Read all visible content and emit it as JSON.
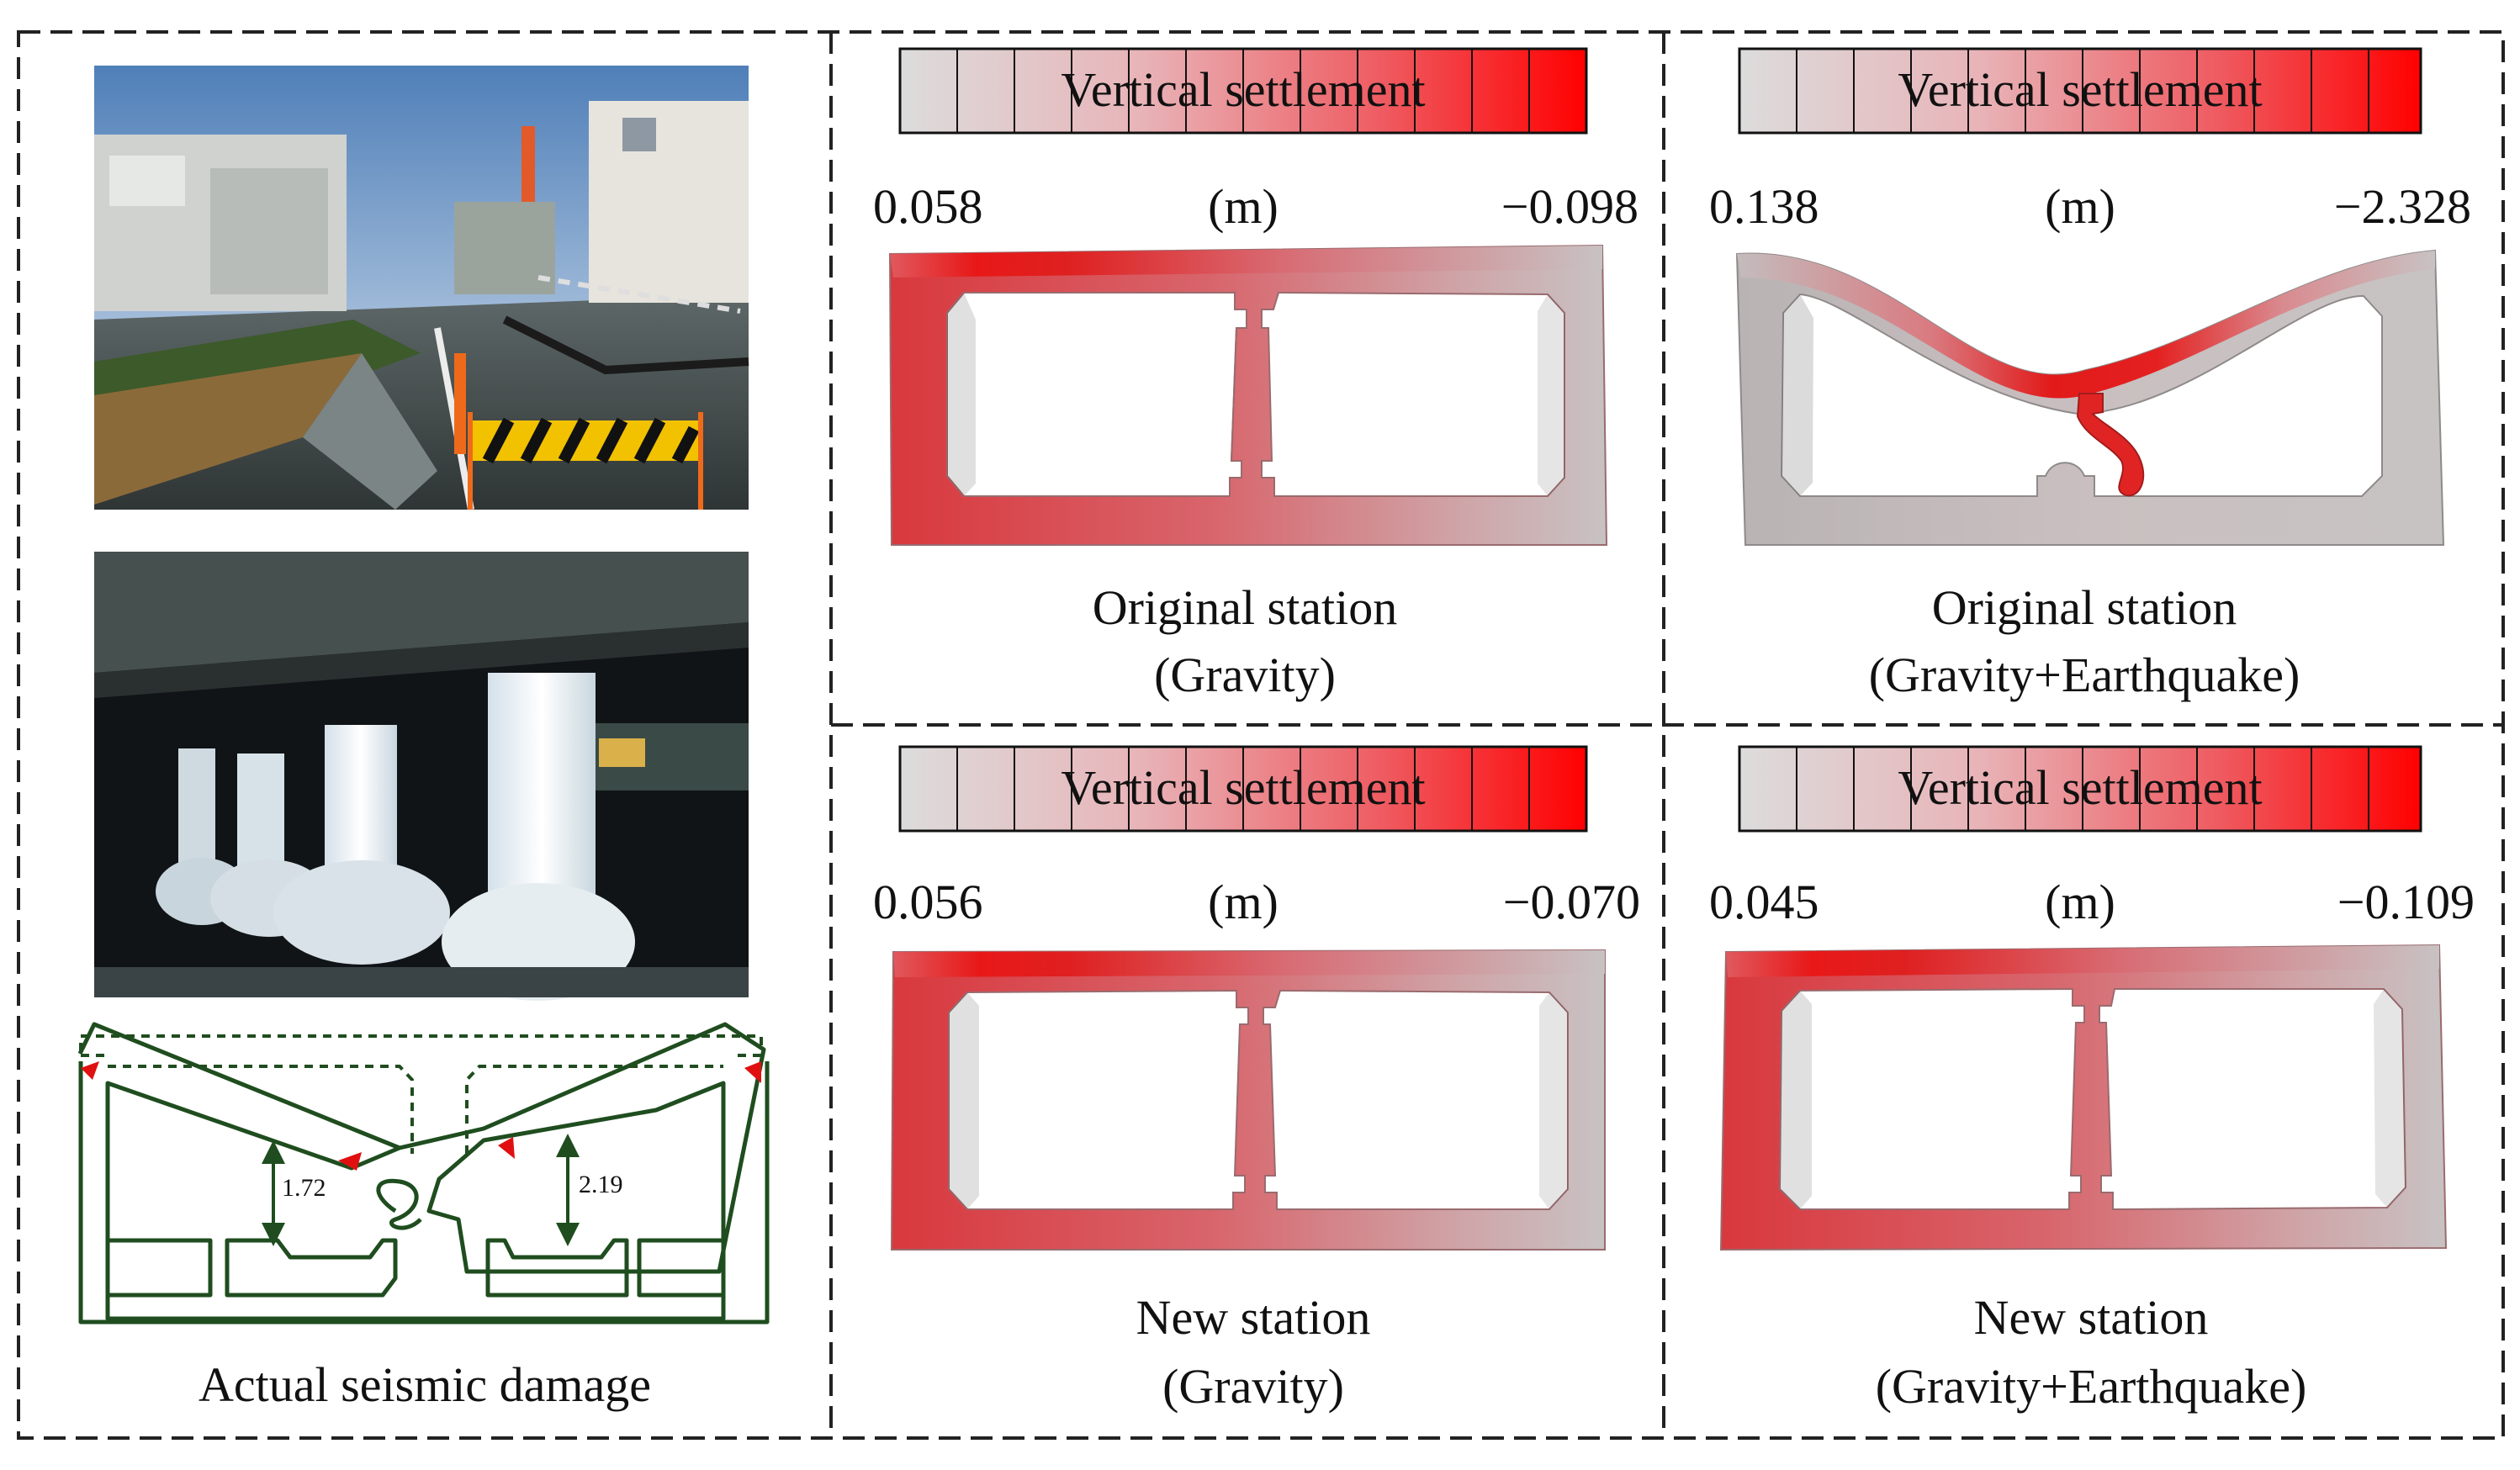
{
  "figure": {
    "damage_caption": "Actual seismic damage",
    "damage_dims": [
      "1.72",
      "2.19"
    ],
    "colors": {
      "high": "#ff0000",
      "low": "#d6d6d6",
      "frame": "#222222",
      "sketch": "#1f4d1f",
      "marker": "#e01010"
    },
    "panels": [
      {
        "id": "orig-gravity",
        "bar_title": "Vertical settlement",
        "unit": "(m)",
        "min_label": "0.058",
        "max_label": "−0.098",
        "caption_line1": "Original station",
        "caption_line2": "(Gravity)"
      },
      {
        "id": "orig-eq",
        "bar_title": "Vertical settlement",
        "unit": "(m)",
        "min_label": "0.138",
        "max_label": "−2.328",
        "caption_line1": "Original station",
        "caption_line2": "(Gravity+Earthquake)"
      },
      {
        "id": "new-gravity",
        "bar_title": "Vertical settlement",
        "unit": "(m)",
        "min_label": "0.056",
        "max_label": "−0.070",
        "caption_line1": "New station",
        "caption_line2": "(Gravity)"
      },
      {
        "id": "new-eq",
        "bar_title": "Vertical settlement",
        "unit": "(m)",
        "min_label": "0.045",
        "max_label": "−0.109",
        "caption_line1": "New station",
        "caption_line2": "(Gravity+Earthquake)"
      }
    ]
  }
}
